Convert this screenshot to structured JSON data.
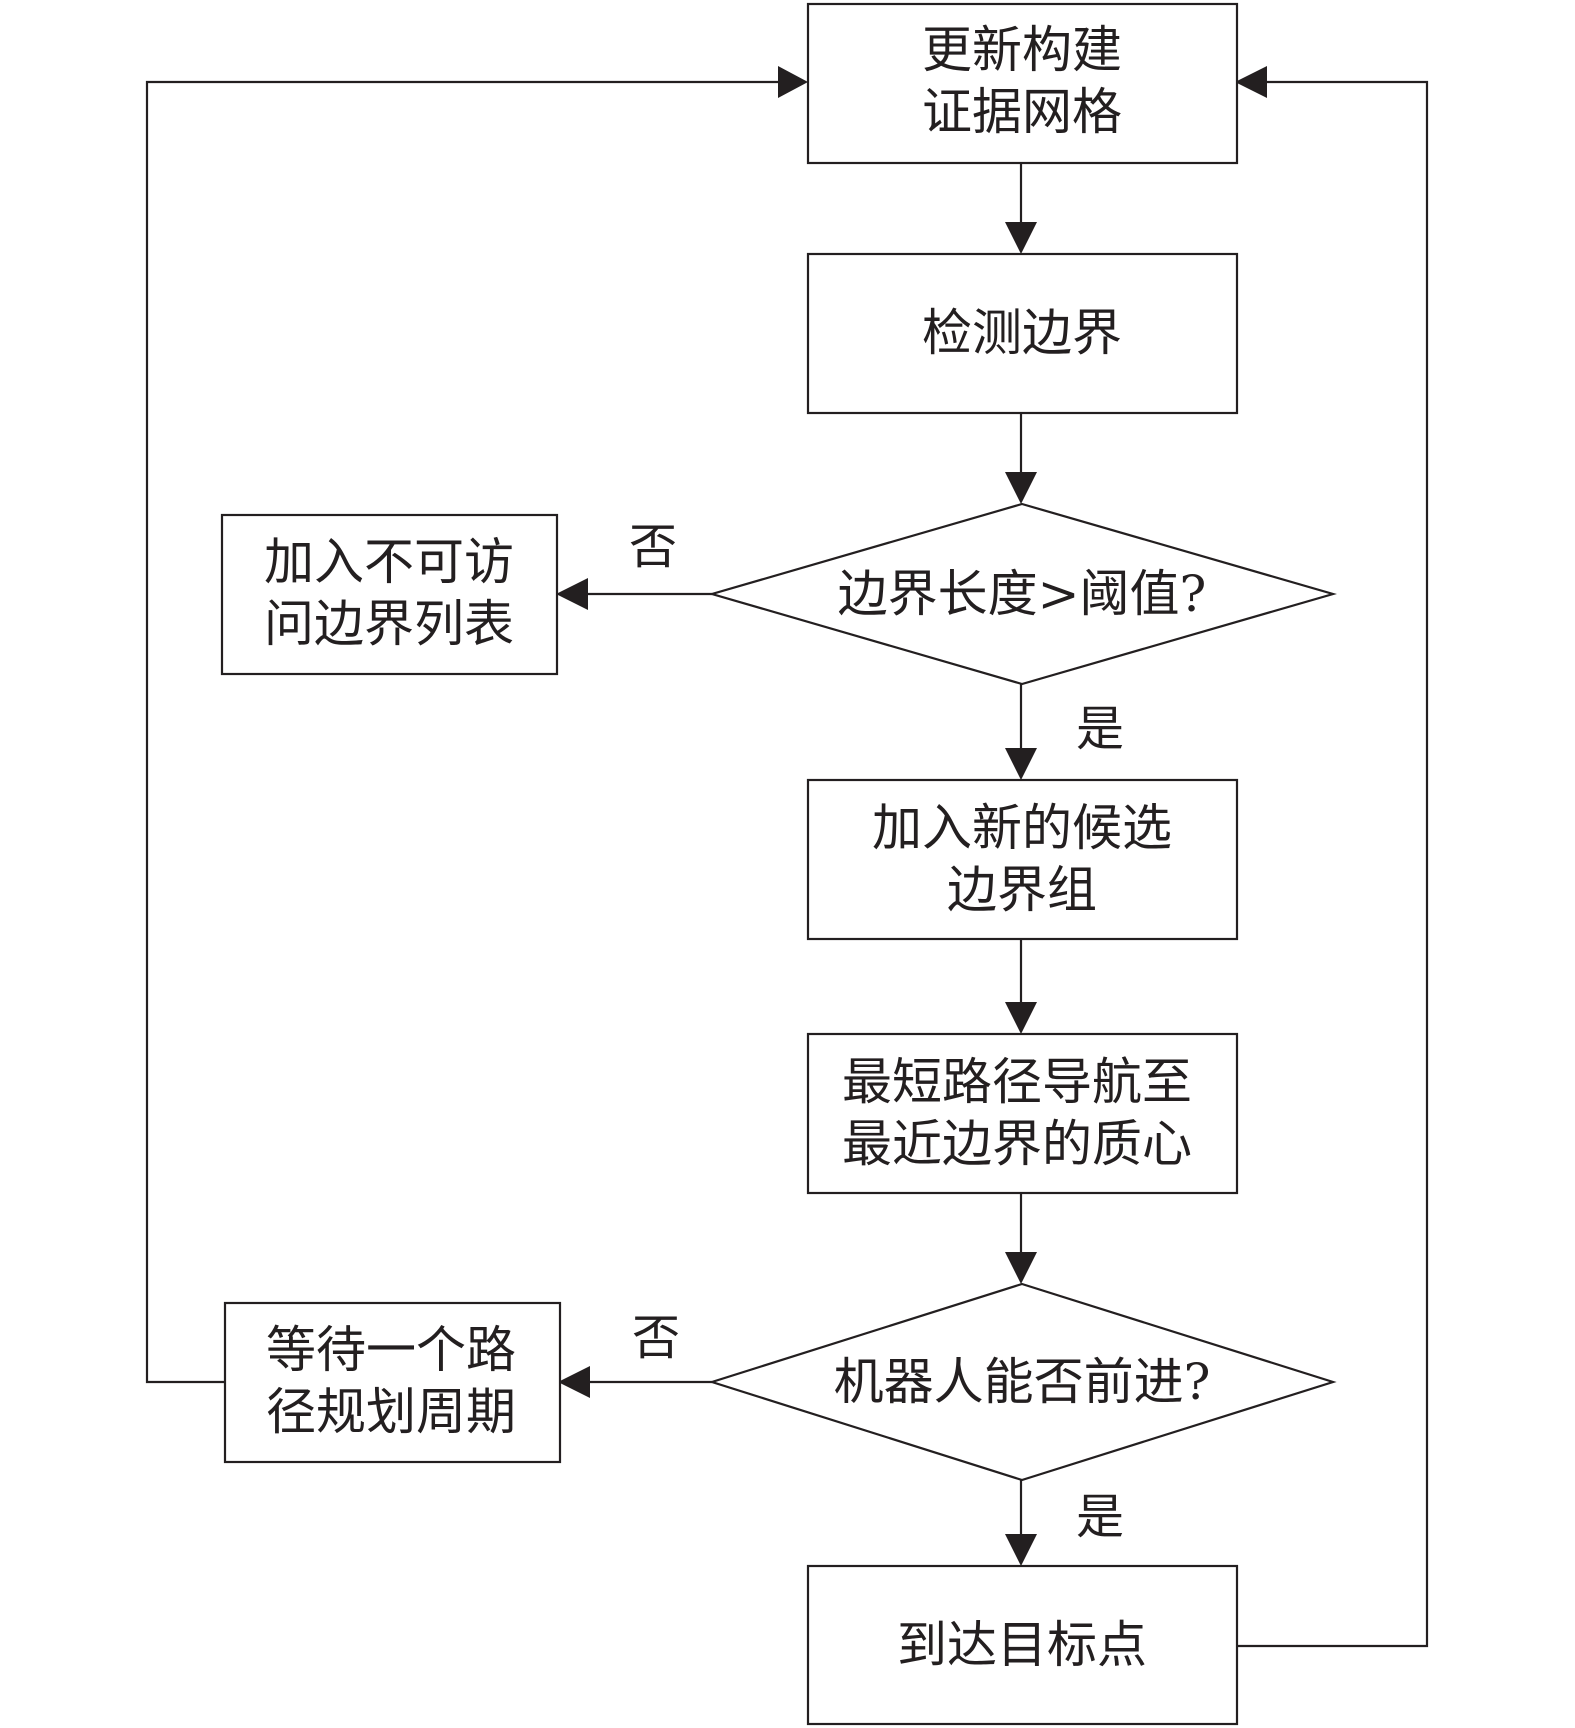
{
  "nodes": {
    "update_grid": {
      "lines": [
        "更新构建",
        "证据网格"
      ]
    },
    "detect_frontier": {
      "lines": [
        "检测边界"
      ]
    },
    "length_check": {
      "lines": [
        "边界长度>阈值?"
      ]
    },
    "add_unreachable": {
      "lines": [
        "加入不可访",
        "问边界列表"
      ]
    },
    "add_candidate": {
      "lines": [
        "加入新的候选",
        "边界组"
      ]
    },
    "navigate": {
      "lines": [
        "最短路径导航至",
        "最近边界的质心"
      ]
    },
    "can_advance": {
      "lines": [
        "机器人能否前进?"
      ]
    },
    "wait_cycle": {
      "lines": [
        "等待一个路",
        "径规划周期"
      ]
    },
    "reach_target": {
      "lines": [
        "到达目标点"
      ]
    }
  },
  "edge_labels": {
    "length_no": "否",
    "length_yes": "是",
    "advance_no": "否",
    "advance_yes": "是"
  }
}
